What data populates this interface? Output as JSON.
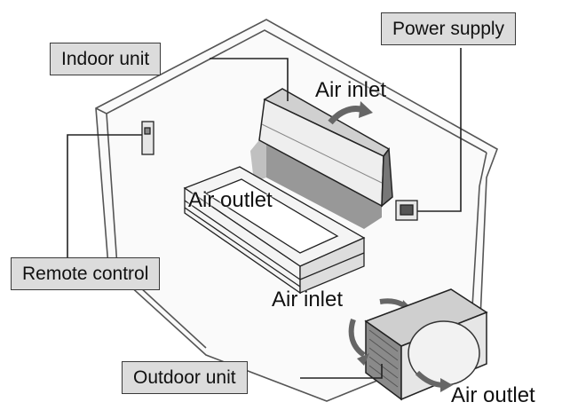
{
  "labels": {
    "indoor_unit": "Indoor unit",
    "power_supply": "Power supply",
    "remote_control": "Remote control",
    "outdoor_unit": "Outdoor unit"
  },
  "annotations": {
    "air_inlet_top": "Air inlet",
    "air_outlet_left": "Air outlet",
    "air_inlet_mid": "Air inlet",
    "air_outlet_right": "Air outlet"
  },
  "colors": {
    "label_fill": "#dcdcdc",
    "line": "#222222",
    "unit_fill": "#e8e8e8",
    "unit_shade": "#9a9a9a"
  }
}
